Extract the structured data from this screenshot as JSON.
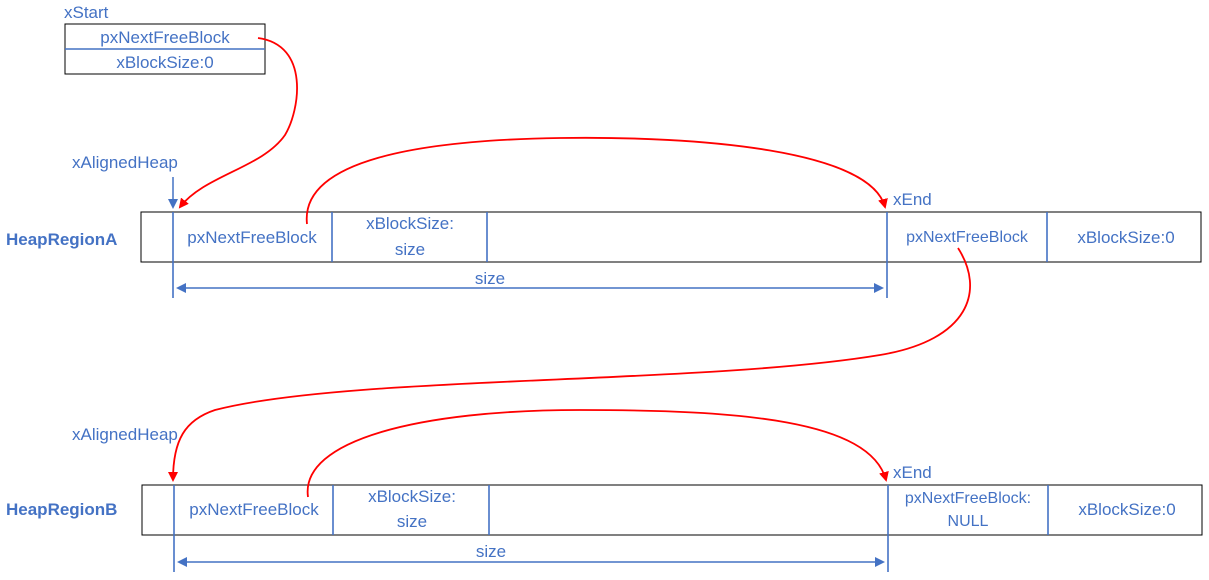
{
  "xstart": {
    "label": "xStart",
    "row1": "pxNextFreeBlock",
    "row2": "xBlockSize:0"
  },
  "regionA": {
    "name": "HeapRegionA",
    "aligned_label": "xAlignedHeap",
    "cell_next": "pxNextFreeBlock",
    "cell_size_line1": "xBlockSize:",
    "cell_size_line2": "size",
    "end_label": "xEnd",
    "end_next": "pxNextFreeBlock",
    "end_size": "xBlockSize:0",
    "span_label": "size"
  },
  "regionB": {
    "name": "HeapRegionB",
    "aligned_label": "xAlignedHeap",
    "cell_next": "pxNextFreeBlock",
    "cell_size_line1": "xBlockSize:",
    "cell_size_line2": "size",
    "end_label": "xEnd",
    "end_next_line1": "pxNextFreeBlock:",
    "end_next_line2": "NULL",
    "end_size": "xBlockSize:0",
    "span_label": "size"
  },
  "colors": {
    "text": "#4472C4",
    "pointer_arrow": "#FF0000",
    "border": "#000000"
  }
}
